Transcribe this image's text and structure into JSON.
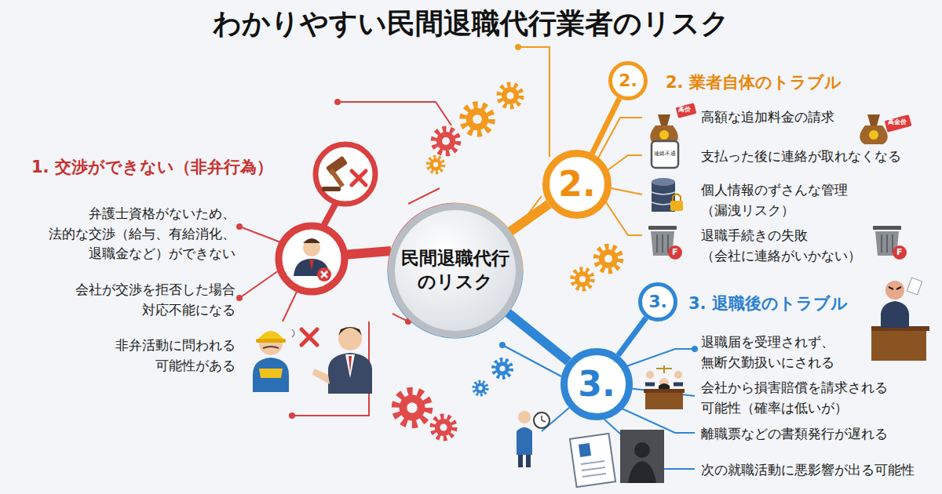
{
  "diagram": {
    "title": "わかりやすい民間退職代行業者のリスク",
    "nodes": [
      {
        "text": [
          "民間退職代行 のリスク"
        ]
      },
      {
        "text": [
          "2."
        ]
      },
      {
        "text": [
          "3."
        ]
      },
      {
        "text": [
          "2."
        ]
      },
      {
        "text": [
          "3."
        ]
      }
    ],
    "edges": [
      {
        "from": 0,
        "to": 1,
        "arrow": "none"
      },
      {
        "from": 0,
        "to": 2,
        "arrow": "none"
      },
      {
        "from": 1,
        "to": 3,
        "arrow": "none"
      },
      {
        "from": 2,
        "to": 4,
        "arrow": "none"
      }
    ],
    "labels": [
      "1. 交渉ができない（非弁行為）",
      "弁護士資格がないため、 法的な交渉（給与、有給消化、 退職金など）ができない",
      "会社が交渉を拒否した場合 対応不能になる",
      "非弁活動に問われる 可能性がある",
      "2. 業者自体のトラブル",
      "高額な追加料金の請求",
      "支払った後に連絡が取れなくなる",
      "個人情報のずさんな管理 （漏洩リスク）",
      "退職手続きの失敗 （会社に連絡がいかない）",
      "3. 退職後のトラブル",
      "退職届を受理されず、 無断欠勤扱いにされる",
      "会社から損害賠償を請求される 可能性（確率は低いが）",
      "離職票などの書類発行が遅れる",
      "次の就職活動に悪影響が出る可能性",
      "高价",
      "高金价",
      "連絡不通",
      "F",
      "F"
    ]
  }
}
